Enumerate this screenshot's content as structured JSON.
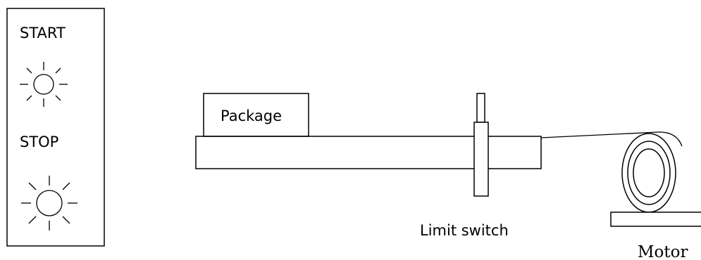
{
  "panel": {
    "start_label": "START",
    "stop_label": "STOP",
    "start_indicator": "lamp-icon",
    "stop_indicator": "lamp-icon"
  },
  "conveyor": {
    "package_label": "Package",
    "limit_switch_label": "Limit switch",
    "motor_label": "Motor"
  },
  "colors": {
    "stroke": "#000000",
    "background": "#ffffff"
  }
}
